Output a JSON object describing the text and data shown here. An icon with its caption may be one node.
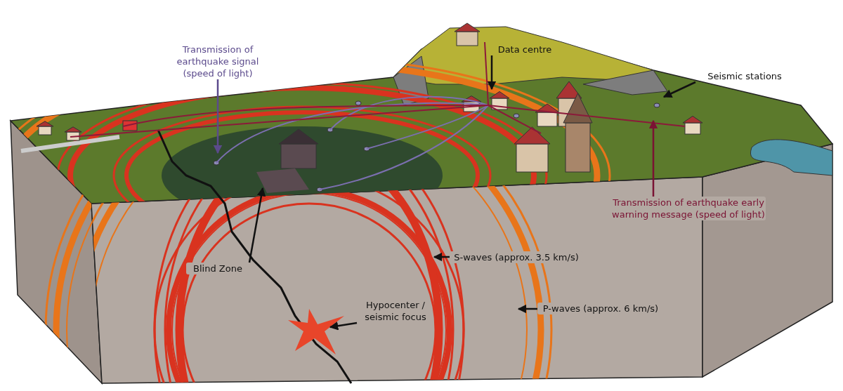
{
  "diagram": {
    "nodes": [
      {
        "text": [
          "Transmission of earthquake signal (speed of light)"
        ]
      },
      {
        "text": [
          "Data centre"
        ]
      },
      {
        "text": [
          "Seismic stations"
        ]
      },
      {
        "text": [
          "Transmission of earthquake early warning message (speed of light)"
        ]
      },
      {
        "text": [
          "Blind Zone"
        ]
      },
      {
        "text": [
          "S-waves (approx. 3.5 km/s)"
        ]
      },
      {
        "text": [
          "Hypocenter / seismic focus"
        ]
      },
      {
        "text": [
          "P-waves (approx. 6 km/s)"
        ]
      }
    ],
    "edges": [
      {
        "from": 0,
        "to": null,
        "arrow": "to",
        "color": "#5b4a8c"
      },
      {
        "from": 1,
        "to": null,
        "arrow": "to"
      },
      {
        "from": 2,
        "to": null,
        "arrow": "to"
      },
      {
        "from": 3,
        "to": null,
        "arrow": "to",
        "color": "#7a1233"
      },
      {
        "from": 4,
        "to": null,
        "arrow": "to"
      },
      {
        "from": 5,
        "to": null,
        "arrow": "to"
      },
      {
        "from": 6,
        "to": null,
        "arrow": "to"
      },
      {
        "from": 7,
        "to": null,
        "arrow": "to"
      }
    ]
  }
}
